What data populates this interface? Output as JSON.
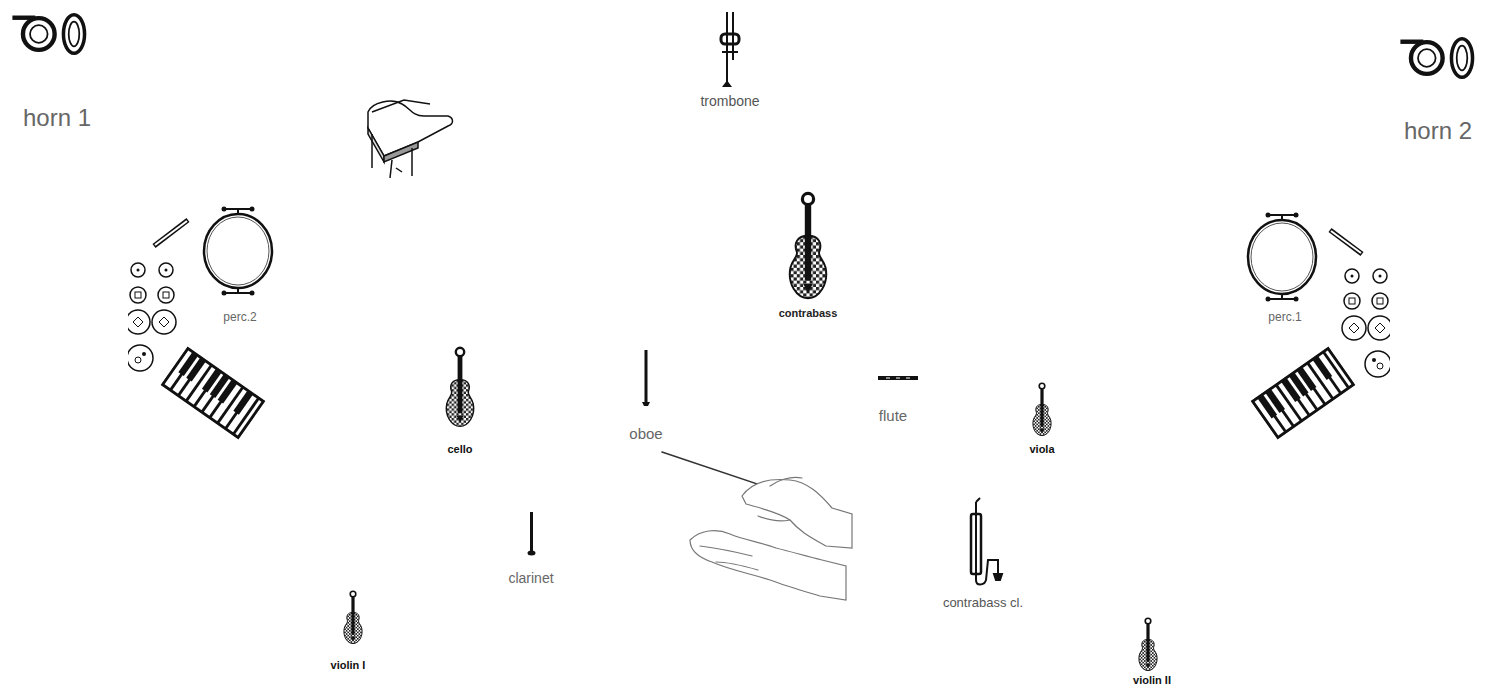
{
  "diagram": {
    "labels": [
      "horn 1",
      "horn 2",
      "trombone",
      "perc.2",
      "perc.1",
      "contrabass",
      "cello",
      "oboe",
      "flute",
      "viola",
      "clarinet",
      "contrabass cl.",
      "violin I",
      "violin II"
    ]
  }
}
